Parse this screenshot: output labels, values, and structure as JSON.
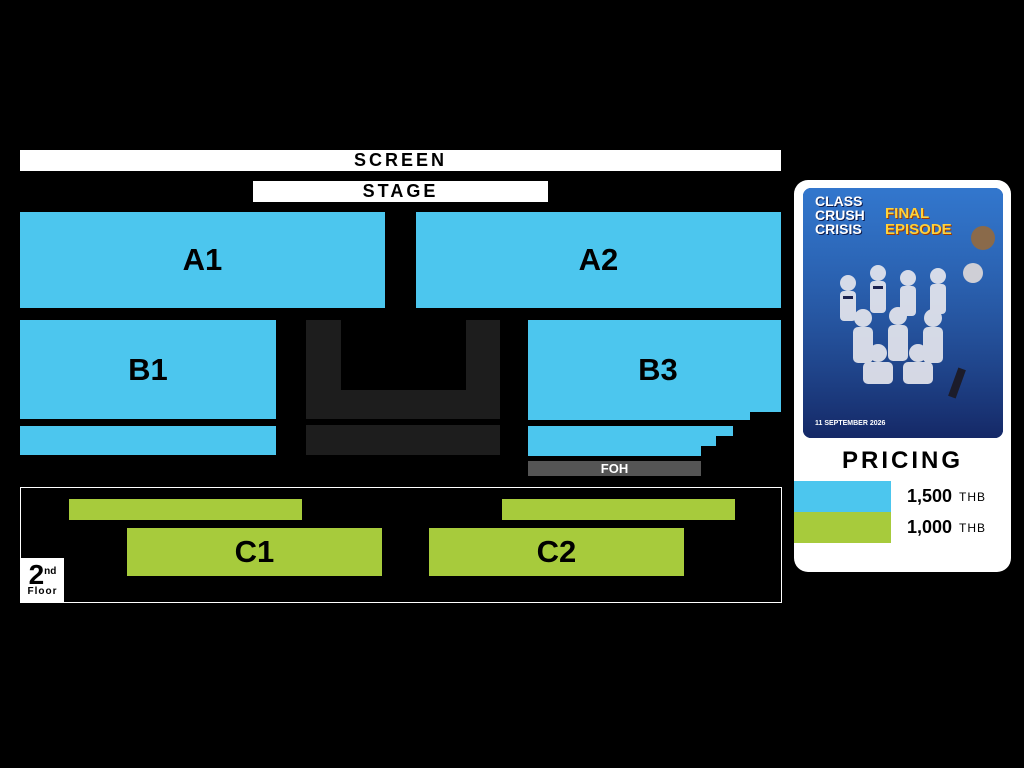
{
  "screen_label": "SCREEN",
  "stage_label": "STAGE",
  "zones": {
    "a1": "A1",
    "a2": "A2",
    "b1": "B1",
    "b3": "B3",
    "c1": "C1",
    "c2": "C2"
  },
  "foh_label": "FOH",
  "floor": {
    "number": "2",
    "suffix": "nd",
    "word": "Floor"
  },
  "poster": {
    "title_lines": [
      "CLASS",
      "CRUSH",
      "CRISIS"
    ],
    "subtitle": "FINAL EPISODE",
    "date": "11 SEPTEMBER 2026"
  },
  "pricing": {
    "title": "PRICING",
    "tiers": [
      {
        "amount": "1,500",
        "currency": "THB",
        "color": "#4cc6ee"
      },
      {
        "amount": "1,000",
        "currency": "THB",
        "color": "#a7cb3c"
      }
    ]
  },
  "colors": {
    "zone_blue": "#4cc6ee",
    "zone_green": "#a7cb3c",
    "background": "#000000"
  }
}
